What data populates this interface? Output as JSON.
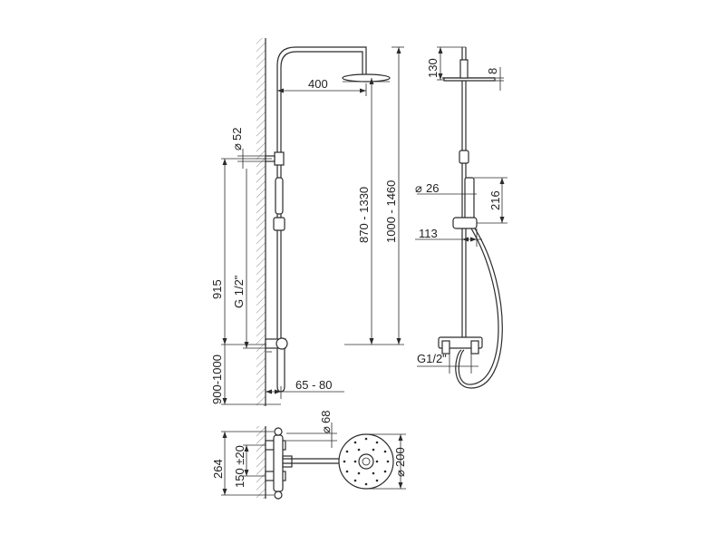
{
  "front_view": {
    "arm_length": "400",
    "wall_diameter": "52",
    "diameter_symbol": "⌀",
    "height_range_a": "870 - 1330",
    "height_range_b": "1000 - 1460",
    "height_915": "915",
    "thread": "G 1/2\"",
    "floor_height": "900-1000",
    "wall_offset": "65 - 80"
  },
  "side_view": {
    "head_height": "130",
    "head_thickness": "8",
    "handshower_diameter": "26",
    "handshower_length": "216",
    "projection": "113",
    "thread": "G1/2\""
  },
  "top_view": {
    "overall": "264",
    "centers": "150 ±20",
    "mixer_diameter": "68",
    "head_diameter": "200"
  }
}
